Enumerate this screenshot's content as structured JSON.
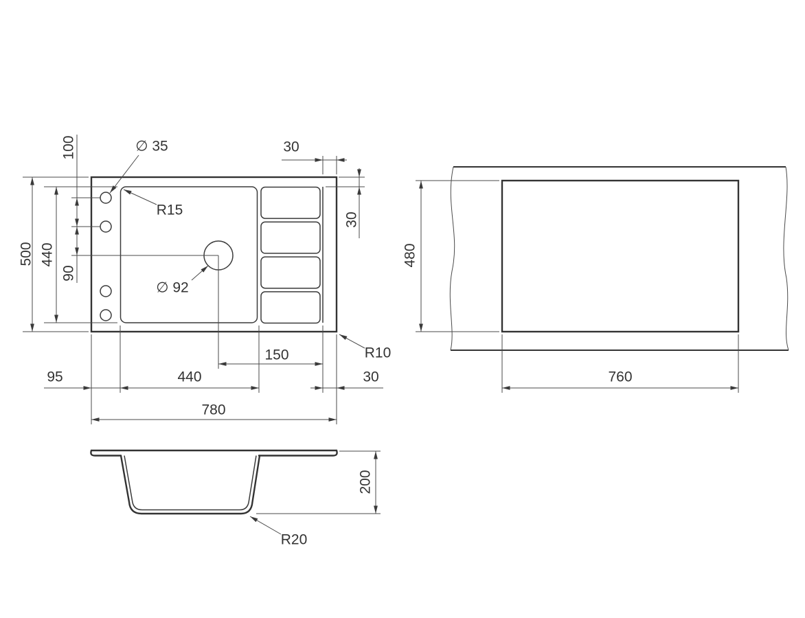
{
  "colors": {
    "line": "#333333",
    "thin_line": "#4a4a4a",
    "text": "#333333",
    "background": "#ffffff"
  },
  "plan": {
    "dim_100": "100",
    "dim_500": "500",
    "dim_440_left": "440",
    "dim_90": "90",
    "label_dia35": "∅ 35",
    "label_r15": "R15",
    "dim_30_top": "30",
    "dim_30_right": "30",
    "label_dia92": "∅ 92",
    "dim_150": "150",
    "label_r10": "R10",
    "dim_95": "95",
    "dim_440_bottom": "440",
    "dim_30_bottom": "30",
    "dim_780": "780"
  },
  "cutout": {
    "dim_480": "480",
    "dim_760": "760"
  },
  "section": {
    "dim_200": "200",
    "label_r20": "R20"
  }
}
